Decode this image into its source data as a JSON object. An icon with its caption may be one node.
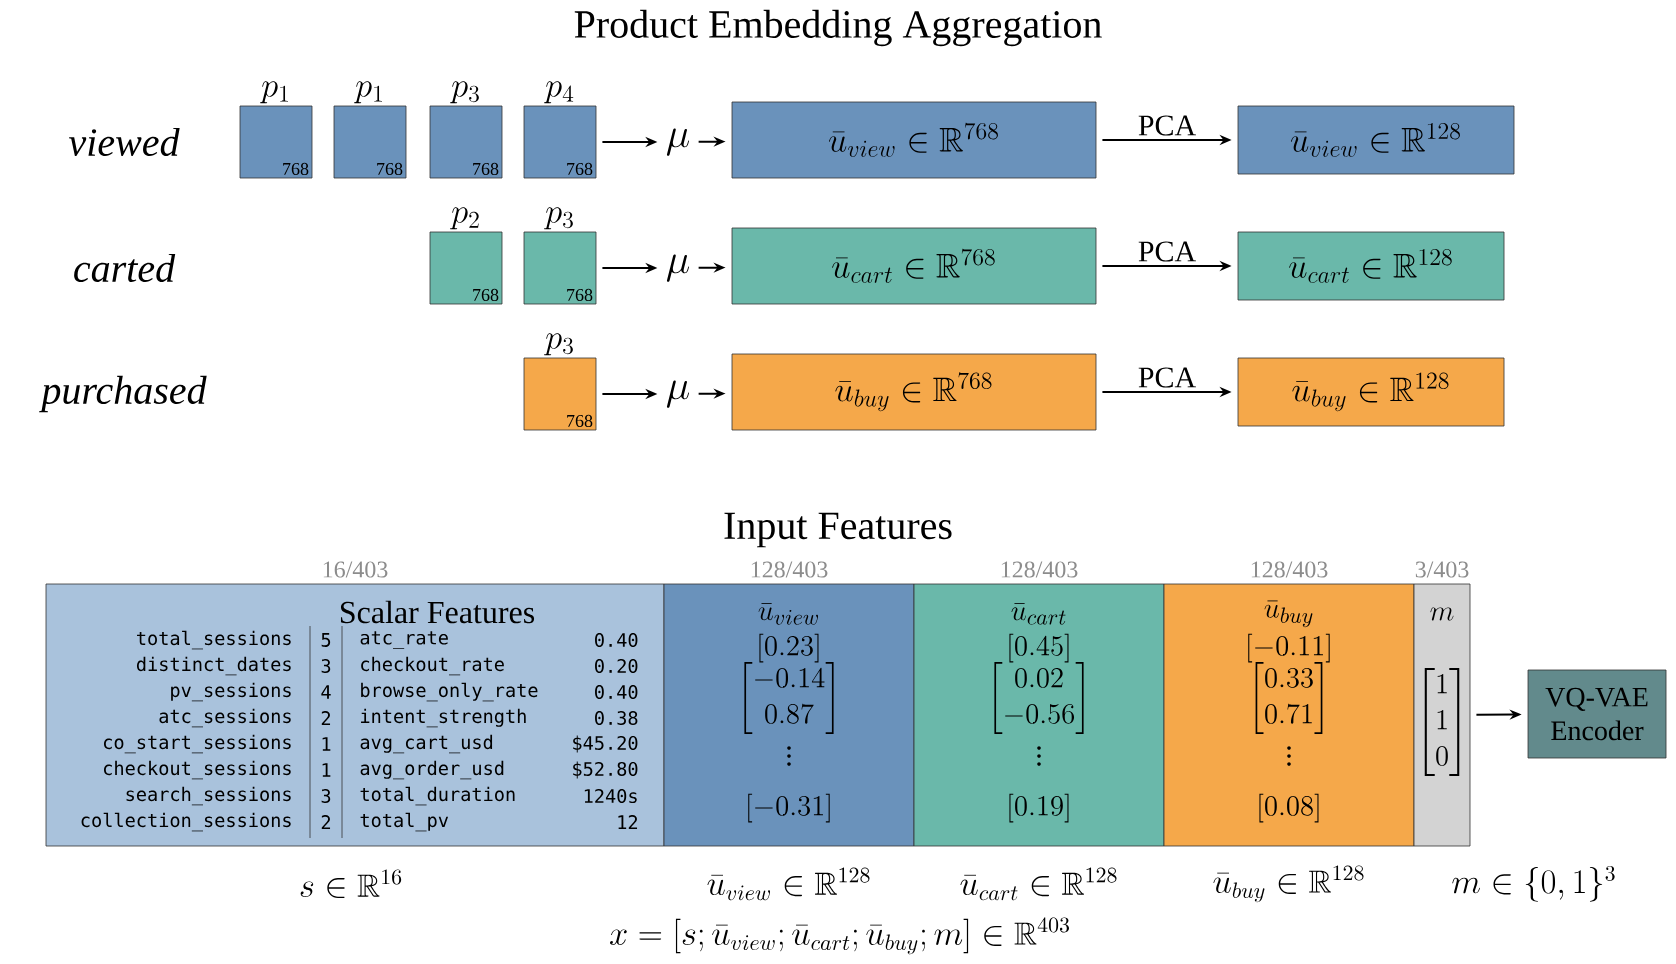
{
  "diagram": {
    "title": "Product Embedding Aggregation",
    "nodes": [
      {
        "text": [
          "p_{1}",
          "768"
        ]
      },
      {
        "text": [
          "p_{1}",
          "768"
        ]
      },
      {
        "text": [
          "p_{3}",
          "768"
        ]
      },
      {
        "text": [
          "p_{4}",
          "768"
        ]
      },
      {
        "text": [
          "\\mu"
        ]
      },
      {
        "text": [
          "\\bar{u}_{view} \\in \\mathbb{R}^{768}"
        ]
      },
      {
        "text": [
          "\\bar{u}_{view} \\in \\mathbb{R}^{128}"
        ]
      },
      {
        "text": [
          "p_{2}",
          "768"
        ]
      },
      {
        "text": [
          "p_{3}",
          "768"
        ]
      },
      {
        "text": [
          "\\mu"
        ]
      },
      {
        "text": [
          "\\bar{u}_{cart} \\in \\mathbb{R}^{768}"
        ]
      },
      {
        "text": [
          "\\bar{u}_{cart} \\in \\mathbb{R}^{128}"
        ]
      },
      {
        "text": [
          "p_{3}",
          "768"
        ]
      },
      {
        "text": [
          "\\mu"
        ]
      },
      {
        "text": [
          "\\bar{u}_{buy} \\in \\mathbb{R}^{768}"
        ]
      },
      {
        "text": [
          "\\bar{u}_{buy} \\in \\mathbb{R}^{128}"
        ]
      },
      {
        "text": [
          "16/403",
          "Scalar Features",
          "total_sessions",
          "5",
          "atc_rate",
          "0.40",
          "distinct_dates",
          "3",
          "checkout_rate",
          "0.20",
          "pv_sessions",
          "4",
          "browse_only_rate",
          "0.40",
          "atc_sessions",
          "2",
          "intent_strength",
          "0.38",
          "co_start_sessions",
          "1",
          "avg_cart_usd",
          "$45.20",
          "checkout_sessions",
          "1",
          "avg_order_usd",
          "$52.80",
          "search_sessions",
          "3",
          "total_duration",
          "1240s",
          "collection_sessions",
          "2",
          "total_pv",
          "12"
        ],
        "beside": [
          "s \\in \\mathbb{R}^{16}"
        ]
      },
      {
        "text": [
          "128/403",
          "\\bar{u}_{view}",
          "[0.23]",
          "\\begin{bmatrix}-0.14\\\\ 0.87\\end{bmatrix}",
          "\\vdots",
          "[-0.31]"
        ],
        "beside": [
          "\\bar{u}_{view} \\in \\mathbb{R}^{128}"
        ]
      },
      {
        "text": [
          "128/403",
          "\\bar{u}_{cart}",
          "[0.45]",
          "\\begin{bmatrix}0.02\\\\ -0.56\\end{bmatrix}",
          "\\vdots",
          "[0.19]"
        ],
        "beside": [
          "\\bar{u}_{cart} \\in \\mathbb{R}^{128}"
        ]
      },
      {
        "text": [
          "128/403",
          "\\bar{u}_{buy}",
          "[-0.11]",
          "\\begin{bmatrix}0.33\\\\ 0.71\\end{bmatrix}",
          "\\vdots",
          "[0.08]"
        ],
        "beside": [
          "\\bar{u}_{buy} \\in \\mathbb{R}^{128}"
        ]
      },
      {
        "text": [
          "3/403",
          "m",
          "\\begin{bmatrix}1\\\\ 1\\\\ 0\\end{bmatrix}"
        ],
        "beside": [
          "m \\in \\{0,1\\}^{3}"
        ]
      },
      {
        "text": [
          "VQ-VAE Encoder"
        ]
      }
    ],
    "edges": [
      {
        "from": 3,
        "to": 4,
        "arrow": "to"
      },
      {
        "from": 4,
        "to": 5,
        "arrow": "to"
      },
      {
        "from": 5,
        "to": 6,
        "arrow": "to",
        "label": "PCA"
      },
      {
        "from": 8,
        "to": 9,
        "arrow": "to"
      },
      {
        "from": 9,
        "to": 10,
        "arrow": "to"
      },
      {
        "from": 10,
        "to": 11,
        "arrow": "to",
        "label": "PCA"
      },
      {
        "from": 12,
        "to": 13,
        "arrow": "to"
      },
      {
        "from": 13,
        "to": 14,
        "arrow": "to"
      },
      {
        "from": 14,
        "to": 15,
        "arrow": "to",
        "label": "PCA"
      },
      {
        "from": 20,
        "to": 21,
        "arrow": "to"
      }
    ],
    "labels": [
      "viewed",
      "carted",
      "purchased",
      "Input Features",
      "x = [s; \\bar{u}_{view}; \\bar{u}_{cart}; \\bar{u}_{buy}; m] \\in \\mathbb{R}^{403}"
    ]
  }
}
